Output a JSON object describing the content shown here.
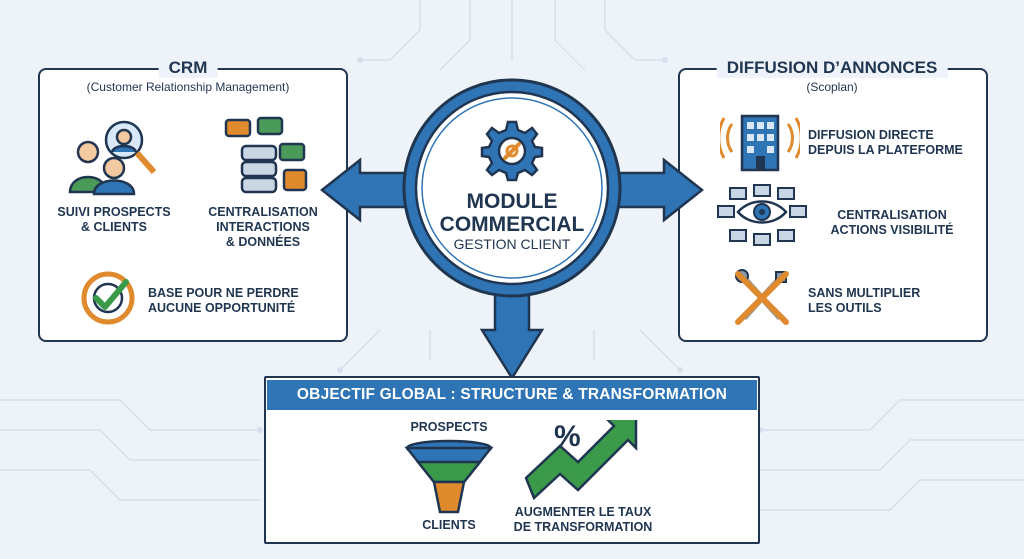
{
  "center": {
    "title_line1": "MODULE",
    "title_line2": "COMMERCIAL",
    "subtitle": "GESTION CLIENT"
  },
  "crm": {
    "title": "CRM",
    "subtitle": "(Customer Relationship Management)",
    "items": [
      {
        "line1": "SUIVI PROSPECTS",
        "line2": "& CLIENTS",
        "icon": "user-search-icon"
      },
      {
        "line1": "CENTRALISATION",
        "line2": "INTERACTIONS",
        "line3": "& DONNÉES",
        "icon": "database-chat-icon"
      },
      {
        "line1": "BASE POUR NE PERDRE",
        "line2": "AUCUNE OPPORTUNITÉ",
        "icon": "target-check-icon"
      }
    ]
  },
  "diffusion": {
    "title": "DIFFUSION D’ANNONCES",
    "subtitle": "(Scoplan)",
    "items": [
      {
        "line1": "DIFFUSION DIRECTE",
        "line2": "DEPUIS LA PLATEFORME",
        "icon": "broadcast-building-icon"
      },
      {
        "line1": "CENTRALISATION",
        "line2": "ACTIONS VISIBILITÉ",
        "icon": "eye-network-icon"
      },
      {
        "line1": "SANS MULTIPLIER",
        "line2": "LES OUTILS",
        "icon": "crossed-tools-icon"
      }
    ]
  },
  "objective": {
    "title": "OBJECTIF GLOBAL : STRUCTURE & TRANSFORMATION",
    "funnel_top": "PROSPECTS",
    "funnel_bottom": "CLIENTS",
    "percent_symbol": "%",
    "growth_line1": "AUGMENTER LE TAUX",
    "growth_line2": "DE TRANSFORMATION"
  },
  "colors": {
    "navy": "#1f3550",
    "blue": "#2f74b5",
    "orange": "#e08a2e",
    "green": "#3a9a4a",
    "background": "#eef3f9"
  }
}
